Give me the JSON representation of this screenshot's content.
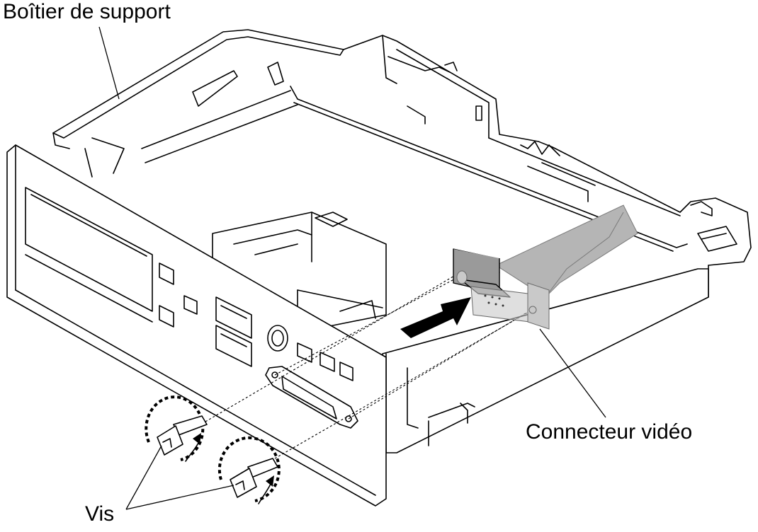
{
  "labels": {
    "bracket": "Boîtier de support",
    "video_connector": "Connecteur vidéo",
    "screws": "Vis"
  }
}
